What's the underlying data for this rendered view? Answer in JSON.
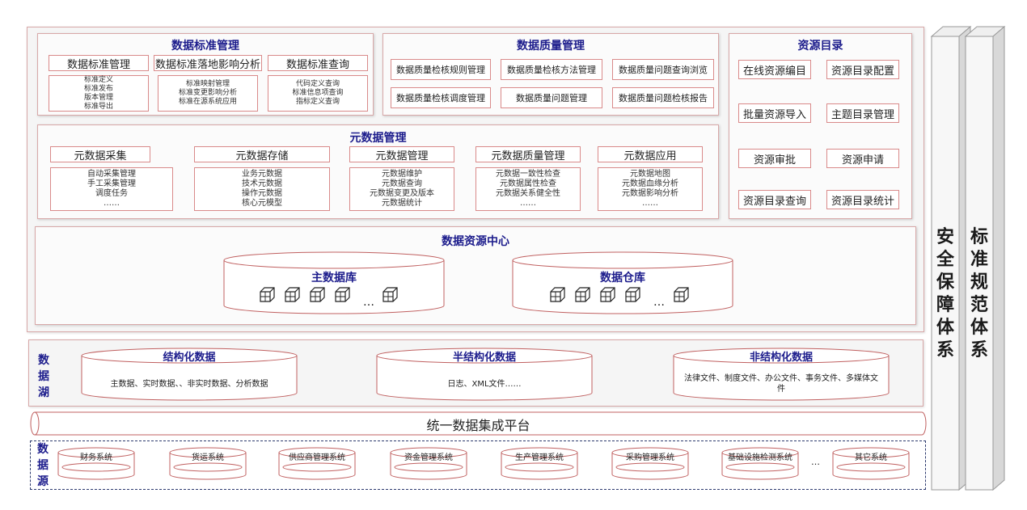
{
  "standard_mgmt": {
    "title": "数据标准管理",
    "items": [
      {
        "label": "数据标准管理",
        "subs": [
          "标准定义",
          "标准发布",
          "版本管理",
          "标准导出"
        ]
      },
      {
        "label": "数据标准落地影响分析",
        "subs": [
          "标准映射管理",
          "标准变更影响分析",
          "标准在源系统应用"
        ]
      },
      {
        "label": "数据标准查询",
        "subs": [
          "代码定义查询",
          "标准信息项查询",
          "指标定义查询"
        ]
      }
    ]
  },
  "quality_mgmt": {
    "title": "数据质量管理",
    "items": [
      "数据质量检核规则管理",
      "数据质量检核方法管理",
      "数据质量问题查询浏览",
      "数据质量检核调度管理",
      "数据质量问题管理",
      "数据质量问题检核报告"
    ]
  },
  "catalog": {
    "title": "资源目录",
    "items": [
      "在线资源编目",
      "资源目录配置",
      "批量资源导入",
      "主题目录管理",
      "资源审批",
      "资源申请",
      "资源目录查询",
      "资源目录统计"
    ]
  },
  "metadata_mgmt": {
    "title": "元数据管理",
    "items": [
      {
        "label": "元数据采集",
        "subs": [
          "自动采集管理",
          "手工采集管理",
          "调度任务",
          "……"
        ]
      },
      {
        "label": "元数据存储",
        "subs": [
          "业务元数据",
          "技术元数据",
          "操作元数据",
          "核心元模型"
        ]
      },
      {
        "label": "元数据管理",
        "subs": [
          "元数据维护",
          "元数据查询",
          "元数据变更及版本",
          "元数据统计"
        ]
      },
      {
        "label": "元数据质量管理",
        "subs": [
          "元数据一致性检查",
          "元数据属性检查",
          "元数据关系健全性",
          "……"
        ]
      },
      {
        "label": "元数据应用",
        "subs": [
          "元数据地图",
          "元数据血缘分析",
          "元数据影响分析",
          "……"
        ]
      }
    ]
  },
  "resource_center": {
    "title": "数据资源中心",
    "ellipsis": "…",
    "dbs": [
      {
        "label": "主数据库"
      },
      {
        "label": "数据仓库"
      }
    ]
  },
  "data_lake": {
    "label": "数据湖",
    "stores": [
      {
        "label": "结构化数据",
        "desc": "主数据、实时数据、、非实时数据、分析数据"
      },
      {
        "label": "半结构化数据",
        "desc": "日志、XML文件……"
      },
      {
        "label": "非结构化数据",
        "desc": "法律文件、制度文件、办公文件、事务文件、多媒体文件"
      }
    ]
  },
  "platform": {
    "label": "统一数据集成平台"
  },
  "data_source": {
    "label": "数据源",
    "ellipsis": "…",
    "systems": [
      "财务系统",
      "货运系统",
      "供应商管理系统",
      "资金管理系统",
      "生产管理系统",
      "采购管理系统",
      "基础设施检测系统",
      "其它系统"
    ]
  },
  "pillars": {
    "security": "安全保障体系",
    "standard": "标准规范体系"
  },
  "colors": {
    "title_blue": "#1c1c8c",
    "border_red": "#d98a8a",
    "panel_bg": "#f5f5f5"
  }
}
